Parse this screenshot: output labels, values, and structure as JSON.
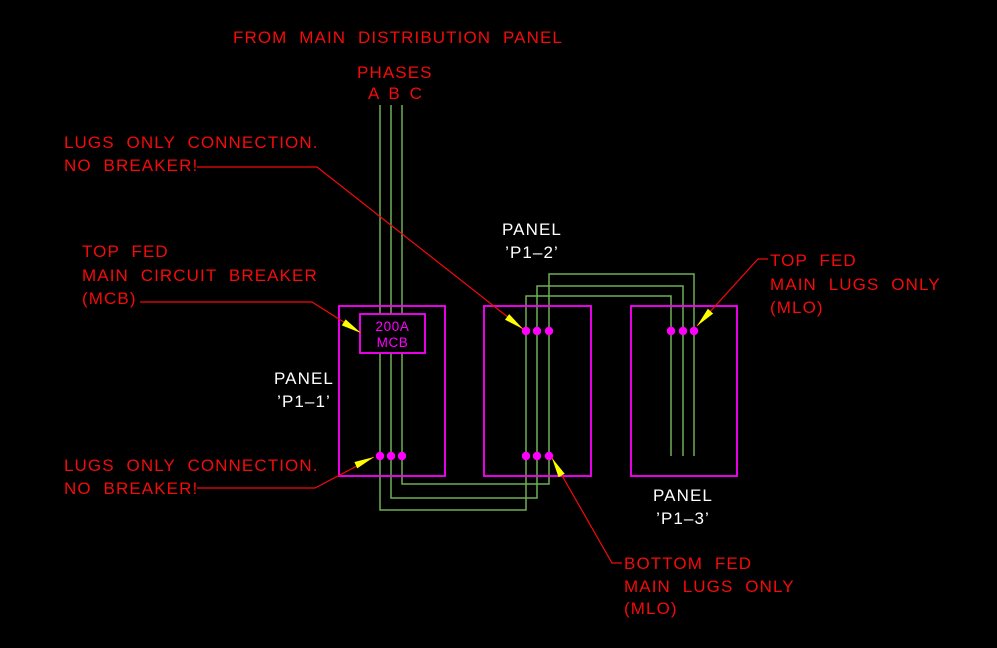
{
  "drawing": {
    "title": "FROM MAIN DISTRIBUTION PANEL",
    "phases_label": "PHASES",
    "phase_letters": "A B C"
  },
  "panels": [
    {
      "name_line1": "PANEL",
      "name_line2": "’P1–1’",
      "breaker_rating": "200A",
      "breaker_type": "MCB"
    },
    {
      "name_line1": "PANEL",
      "name_line2": "’P1–2’"
    },
    {
      "name_line1": "PANEL",
      "name_line2": "’P1–3’"
    }
  ],
  "callouts": {
    "lugs_only_top": {
      "line1": "LUGS ONLY CONNECTION.",
      "line2": "NO BREAKER!"
    },
    "top_fed_mcb": {
      "line1": "TOP FED",
      "line2": "MAIN CIRCUIT BREAKER",
      "line3": "(MCB)"
    },
    "lugs_only_bottom": {
      "line1": "LUGS ONLY CONNECTION.",
      "line2": "NO BREAKER!"
    },
    "top_fed_mlo": {
      "line1": "TOP FED",
      "line2": "MAIN LUGS ONLY",
      "line3": "(MLO)"
    },
    "bottom_fed_mlo": {
      "line1": "BOTTOM FED",
      "line2": "MAIN LUGS ONLY",
      "line3": "(MLO)"
    }
  },
  "colors": {
    "background": "#000000",
    "wire_green": "#71ae55",
    "panel_magenta": "#ff00ff",
    "callout_red": "#f40b0b",
    "label_white": "#ffffff",
    "arrow_yellow": "#ffff00"
  }
}
